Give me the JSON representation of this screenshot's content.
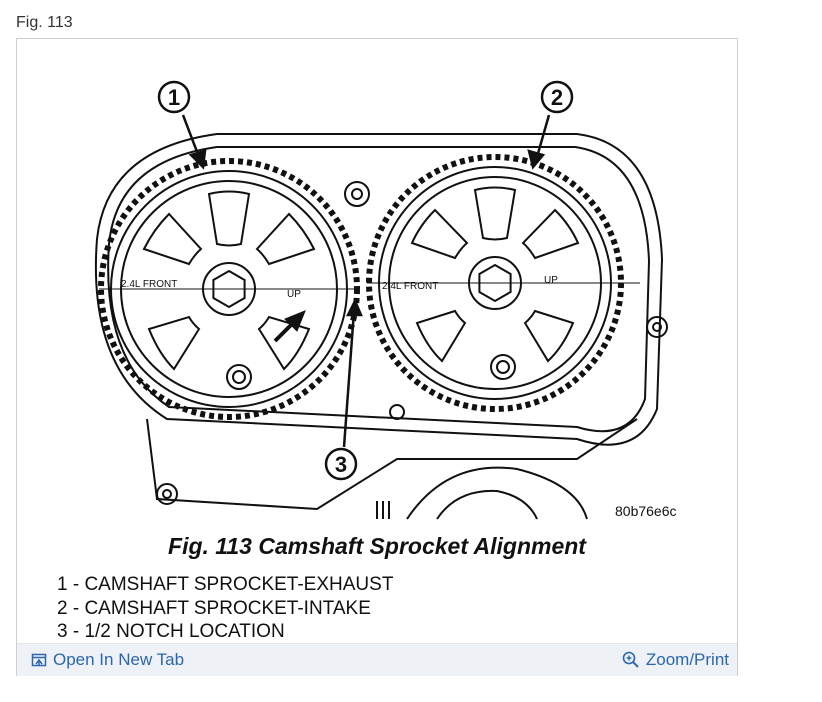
{
  "fig_label": "Fig. 113",
  "diagram": {
    "callouts": [
      "1",
      "2",
      "3"
    ],
    "left_sprocket_text": "2.4L FRONT",
    "right_sprocket_text": "2.4L FRONT",
    "up_marker": "UP",
    "image_code": "80b76e6c"
  },
  "caption": {
    "title": "Fig. 113 Camshaft Sprocket Alignment",
    "legend": [
      "1 - CAMSHAFT SPROCKET-EXHAUST",
      "2 - CAMSHAFT SPROCKET-INTAKE",
      "3 - 1/2 NOTCH LOCATION"
    ]
  },
  "footer": {
    "open_new_tab": "Open In New Tab",
    "zoom_print": "Zoom/Print",
    "open_icon": "open-new-tab-icon",
    "zoom_icon": "zoom-icon",
    "link_color": "#2b66b0"
  }
}
